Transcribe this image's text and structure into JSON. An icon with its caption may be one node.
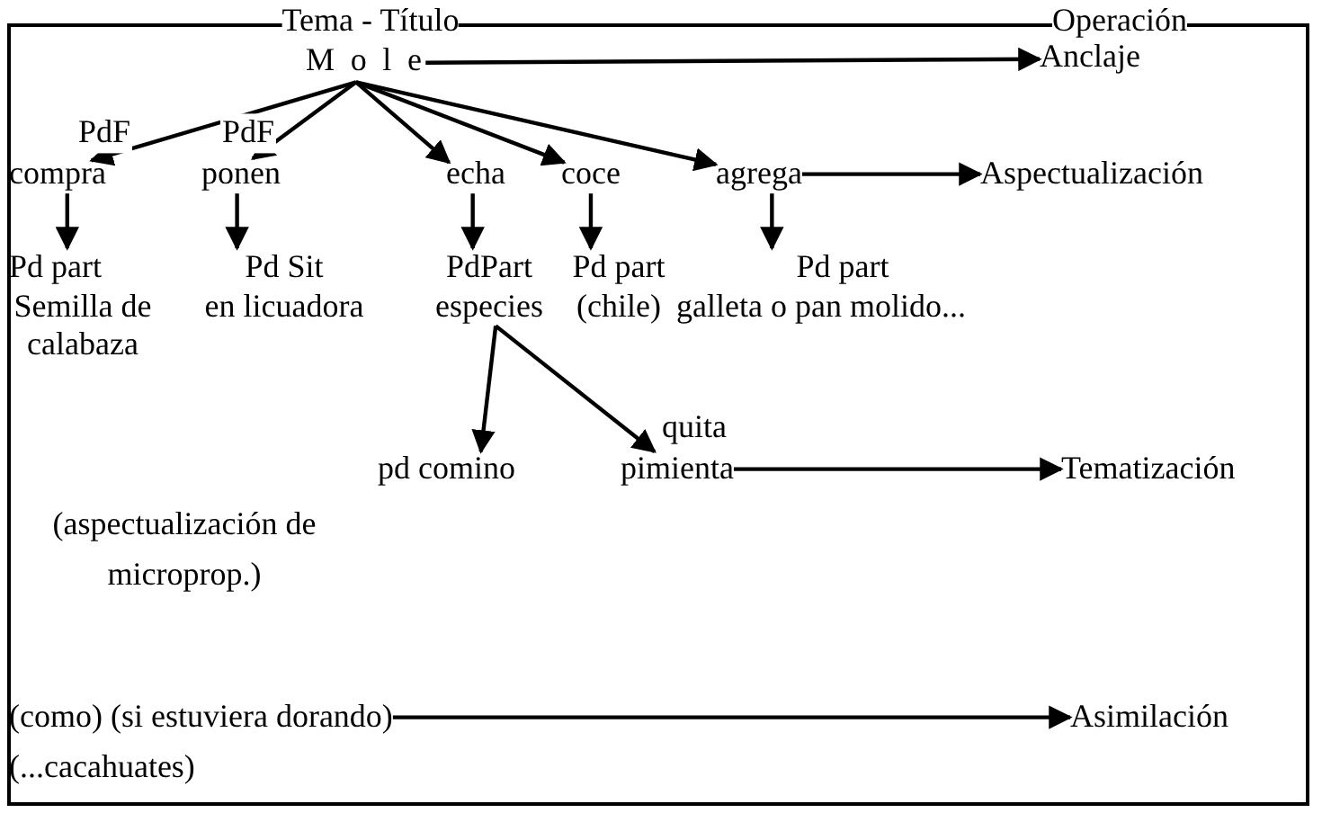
{
  "diagram": {
    "nodes": [
      {
        "text": [
          "M o l e"
        ]
      },
      {
        "text": [
          "Anclaje"
        ]
      },
      {
        "text": [
          "compra"
        ]
      },
      {
        "text": [
          "ponen"
        ]
      },
      {
        "text": [
          "echa"
        ]
      },
      {
        "text": [
          "coce"
        ]
      },
      {
        "text": [
          "agrega"
        ]
      },
      {
        "text": [
          "Aspectualización"
        ]
      },
      {
        "text": [
          "Pd part",
          "Semilla de calabaza"
        ]
      },
      {
        "text": [
          "Pd Sit",
          "en licuadora"
        ]
      },
      {
        "text": [
          "PdPart",
          "especies"
        ]
      },
      {
        "text": [
          "Pd part",
          "(chile)"
        ]
      },
      {
        "text": [
          "Pd part",
          "galleta o pan molido..."
        ]
      },
      {
        "text": [
          "pd comino"
        ]
      },
      {
        "text": [
          "pimienta"
        ]
      },
      {
        "text": [
          "Tematización"
        ]
      },
      {
        "text": [
          "(como) (si estuviera dorando)"
        ]
      },
      {
        "text": [
          "Asimilación"
        ]
      }
    ],
    "edges": [
      {
        "from": 0,
        "to": 1,
        "arrow": "to"
      },
      {
        "from": 0,
        "to": 2,
        "arrow": "to",
        "label": "PdF"
      },
      {
        "from": 0,
        "to": 3,
        "arrow": "to",
        "label": "PdF"
      },
      {
        "from": 0,
        "to": 4,
        "arrow": "to"
      },
      {
        "from": 0,
        "to": 5,
        "arrow": "to"
      },
      {
        "from": 0,
        "to": 6,
        "arrow": "to"
      },
      {
        "from": 6,
        "to": 7,
        "arrow": "to"
      },
      {
        "from": 2,
        "to": 8,
        "arrow": "to"
      },
      {
        "from": 3,
        "to": 9,
        "arrow": "to"
      },
      {
        "from": 4,
        "to": 10,
        "arrow": "to"
      },
      {
        "from": 5,
        "to": 11,
        "arrow": "to"
      },
      {
        "from": 6,
        "to": 12,
        "arrow": "to"
      },
      {
        "from": 10,
        "to": 13,
        "arrow": "to"
      },
      {
        "from": 10,
        "to": 14,
        "arrow": "to",
        "label": "quita"
      },
      {
        "from": 14,
        "to": 15,
        "arrow": "to"
      },
      {
        "from": 16,
        "to": 17,
        "arrow": "to"
      }
    ],
    "labels": [
      "Tema - Título",
      "Operación",
      "(aspectualización de microprop.)",
      "(...cacahuates)"
    ]
  }
}
